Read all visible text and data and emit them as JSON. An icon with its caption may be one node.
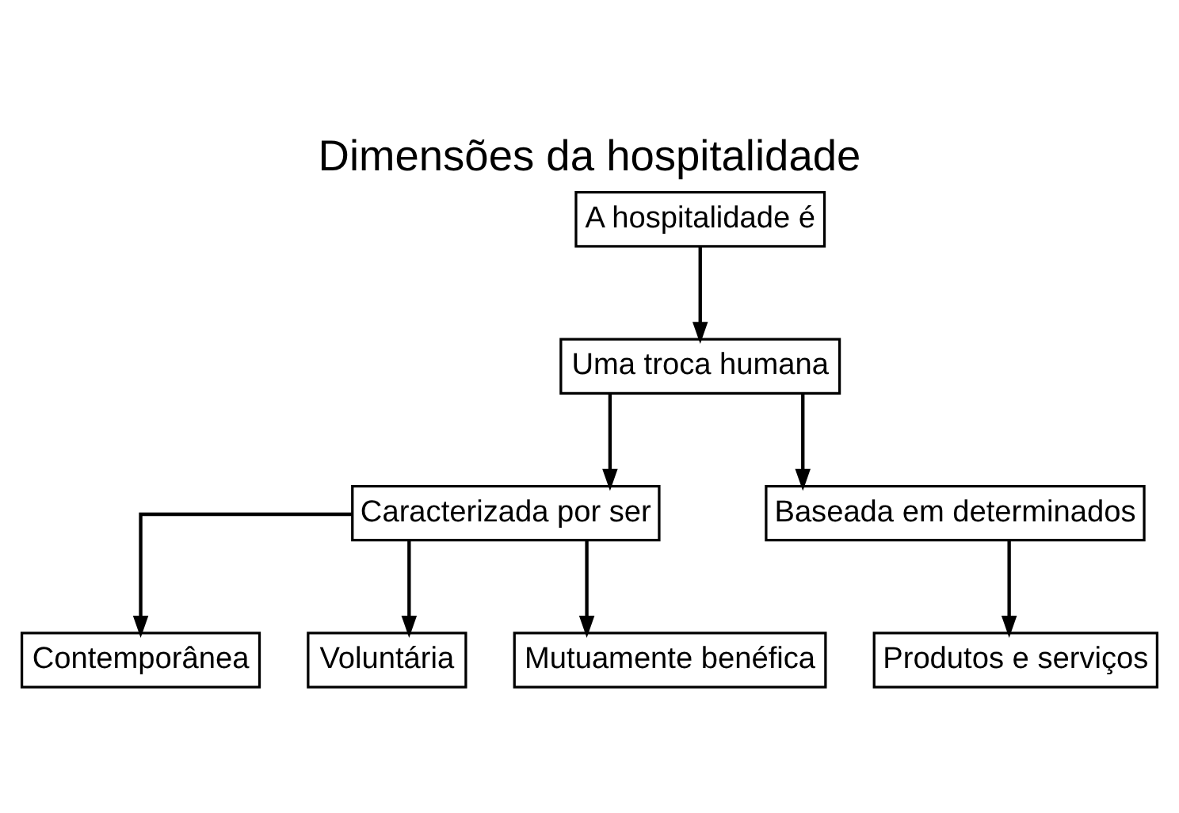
{
  "diagram": {
    "title": "Dimensões da hospitalidade",
    "nodes": [
      {
        "text": [
          "A hospitalidade é"
        ]
      },
      {
        "text": [
          "Uma troca humana"
        ]
      },
      {
        "text": [
          "Caracterizada por ser"
        ]
      },
      {
        "text": [
          "Baseada em determinados"
        ]
      },
      {
        "text": [
          "Contemporânea"
        ]
      },
      {
        "text": [
          "Voluntária"
        ]
      },
      {
        "text": [
          "Mutuamente benéfica"
        ]
      },
      {
        "text": [
          "Produtos e serviços"
        ]
      }
    ],
    "edges": [
      {
        "from": 0,
        "to": 1,
        "arrow": "to"
      },
      {
        "from": 1,
        "to": 2,
        "arrow": "to"
      },
      {
        "from": 1,
        "to": 3,
        "arrow": "to"
      },
      {
        "from": 2,
        "to": 4,
        "arrow": "to"
      },
      {
        "from": 2,
        "to": 5,
        "arrow": "to"
      },
      {
        "from": 2,
        "to": 6,
        "arrow": "to"
      },
      {
        "from": 3,
        "to": 7,
        "arrow": "to"
      }
    ]
  }
}
